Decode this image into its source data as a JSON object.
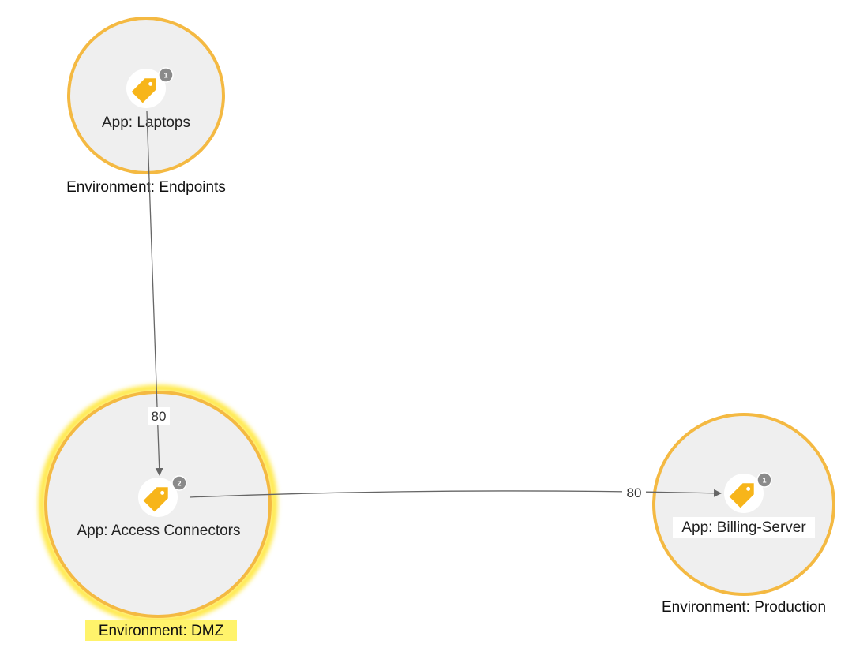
{
  "colors": {
    "ring": "#f4b942",
    "ring_highlight": "#ffe94a",
    "node_fill": "#efefef",
    "tag": "#f7b51a",
    "badge": "#8a8a8a",
    "edge": "#666666",
    "env_highlight": "#fff36b"
  },
  "nodes": [
    {
      "id": "laptops",
      "label": "App: Laptops",
      "environment": "Environment: Endpoints",
      "count": "1",
      "icon": "tag-icon",
      "highlighted": false
    },
    {
      "id": "access",
      "label": "App: Access Connectors",
      "environment": "Environment: DMZ",
      "count": "2",
      "icon": "tag-icon",
      "highlighted": true
    },
    {
      "id": "billing",
      "label": "App: Billing-Server",
      "environment": "Environment: Production",
      "count": "1",
      "icon": "tag-icon",
      "highlighted": false
    }
  ],
  "edges": [
    {
      "from": "laptops",
      "to": "access",
      "port": "80"
    },
    {
      "from": "access",
      "to": "billing",
      "port": "80"
    }
  ]
}
